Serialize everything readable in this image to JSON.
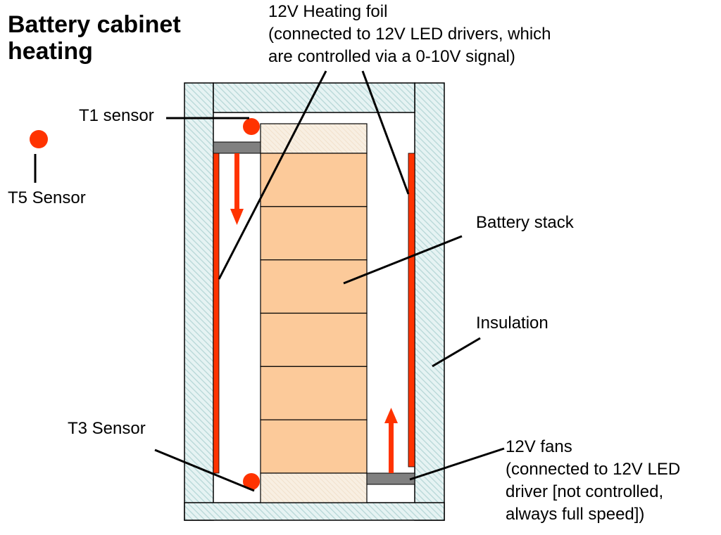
{
  "title": {
    "line1": "Battery cabinet",
    "line2": "heating"
  },
  "labels": {
    "heating_foil": {
      "line1": "12V Heating foil",
      "line2": "(connected to 12V LED drivers, which",
      "line3": "are controlled via a 0-10V signal)"
    },
    "t1_sensor": "T1 sensor",
    "t5_sensor": "T5 Sensor",
    "t3_sensor": "T3 Sensor",
    "battery_stack": "Battery stack",
    "insulation": "Insulation",
    "fans": {
      "line1": "12V fans",
      "line2": "(connected to 12V LED",
      "line3": "driver [not controlled,",
      "line4": "always full speed])"
    }
  },
  "battery": {
    "cell_count": 6
  },
  "colors": {
    "heater": "#ff3300",
    "sensor": "#ff3300",
    "battery_cell": "#fcca9a",
    "battery_end": "#f8ecdc",
    "insulation": "#dff0f0",
    "insulation_hatch": "#b9d8d8",
    "fan": "#808080",
    "line": "#000000"
  }
}
